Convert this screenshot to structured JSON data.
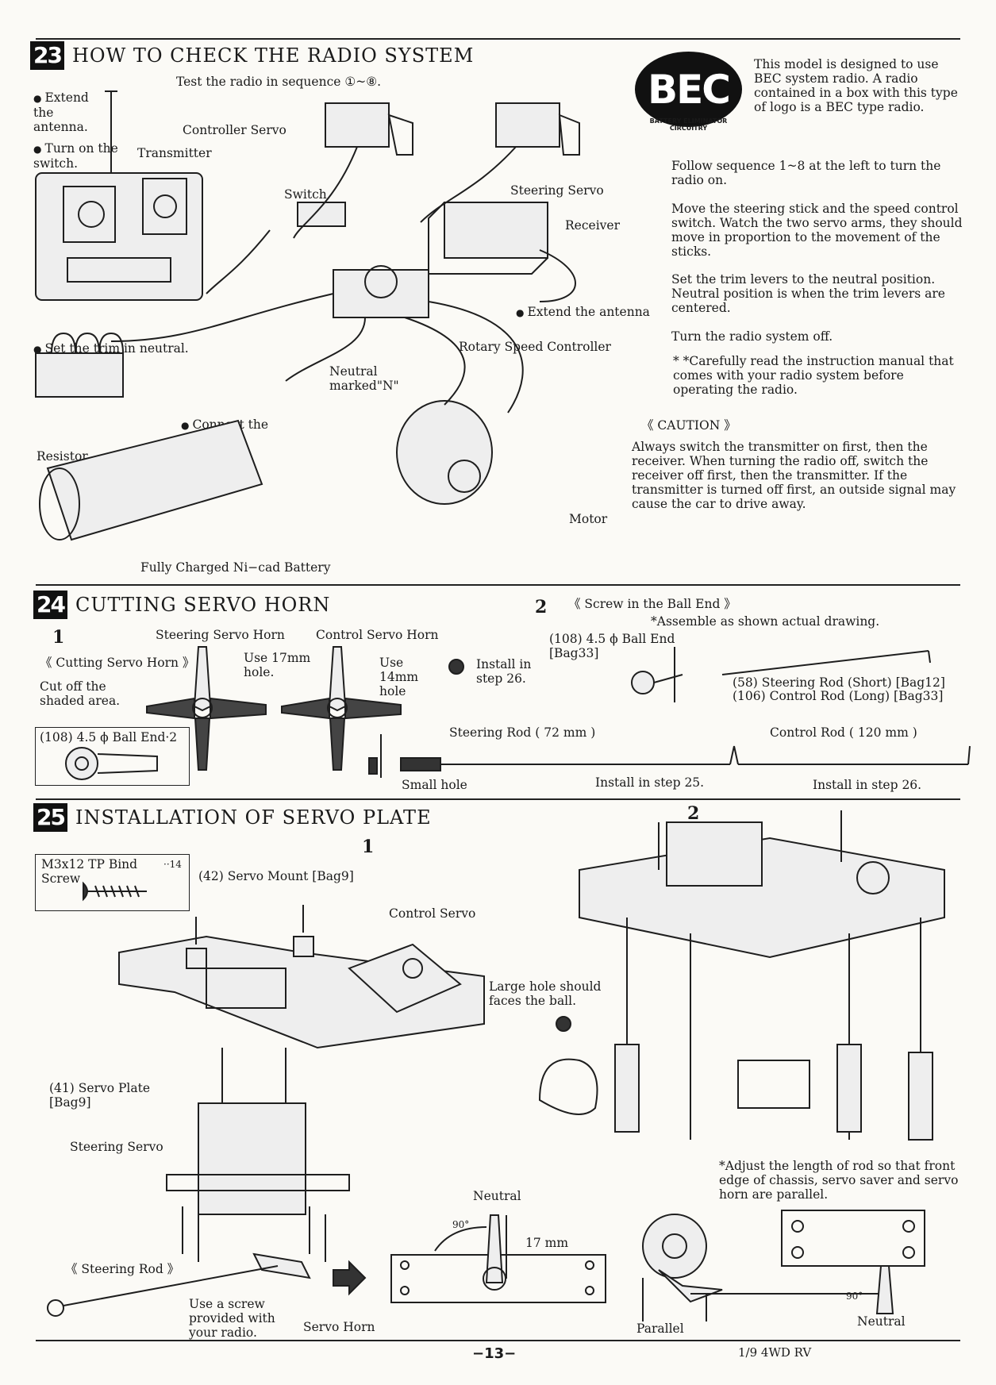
{
  "s23": {
    "num": "23",
    "title": "HOW TO CHECK THE RADIO SYSTEM",
    "test_sequence": "Test the radio in sequence ①~⑧.",
    "extend_antenna": "Extend the antenna.",
    "turn_switch": "Turn on the switch.",
    "controller_servo": "Controller Servo",
    "transmitter": "Transmitter",
    "switch": "Switch",
    "steering_servo": "Steering Servo",
    "receiver": "Receiver",
    "extend_antenna_2": "Extend the antenna",
    "set_trim": "Set the trim in neutral.",
    "rotary_speed": "Rotary Speed Controller",
    "neutral_marked": "Neutral marked\"N\"",
    "resistor": "Resistor",
    "connect_battery": "Connect the Battery",
    "motor": "Motor",
    "battery": "Fully Charged Ni−cad Battery",
    "bec_logo": "BEC",
    "bec_ring": "BATTERY ELIMINATOR CIRCUITRY",
    "bec_text": "This model is designed to use BEC system radio. A radio contained in a box with this type of logo is a BEC type radio.",
    "p1": "Follow sequence 1~8 at the left to turn the radio on.",
    "p2": "Move the steering stick and the speed control switch. Watch the two servo arms, they should move in proportion to the movement of the sticks.",
    "p3": "Set the trim levers to the neutral position. Neutral position is when the trim levers are centered.",
    "p4": "Turn the radio system off.",
    "p5": "* *Carefully read the instruction manual that comes with your radio system before operating the radio.",
    "caution_title": "《 CAUTION 》",
    "caution": "Always switch the transmitter on first, then the receiver. When turning the radio off, switch the receiver off first, then the transmitter. If the transmitter is turned off first, an outside signal may cause the car to drive away."
  },
  "s24": {
    "num": "24",
    "title": "CUTTING SERVO HORN",
    "step1": "1",
    "steering_horn": "Steering Servo Horn",
    "control_horn": "Control Servo Horn",
    "cutting_label": "《 Cutting Servo Horn 》",
    "cut_off": "Cut off the shaded area.",
    "use17": "Use 17mm hole.",
    "use14": "Use 14mm hole",
    "install26a": "Install in step 26.",
    "ball_end_box": "(108) 4.5 ϕ Ball End·2",
    "step2": "2",
    "screw_ball": "《 Screw in the Ball End 》",
    "assemble": "*Assemble as shown actual drawing.",
    "ball_end_bag": "(108) 4.5 ϕ Ball End [Bag33]",
    "steering_rod_short": "(58) Steering Rod (Short) [Bag12]",
    "control_rod_long": "(106) Control Rod (Long) [Bag33]",
    "steering_rod_72": "Steering Rod ( 72 mm )",
    "control_rod_120": "Control Rod ( 120 mm )",
    "small_hole": "Small hole",
    "install25": "Install in step 25.",
    "install26b": "Install in step 26."
  },
  "s25": {
    "num": "25",
    "title": "INSTALLATION OF SERVO PLATE",
    "step1": "1",
    "step2": "2",
    "screw_box_name": "M3x12 TP Bind Screw",
    "screw_box_qty": "··14",
    "servo_mount": "(42) Servo Mount [Bag9]",
    "control_servo": "Control Servo",
    "large_hole": "Large hole should faces the ball.",
    "servo_plate": "(41) Servo Plate [Bag9]",
    "steering_servo": "Steering Servo",
    "steering_rod": "《 Steering Rod 》",
    "use_screw": "Use a screw provided with your radio.",
    "servo_horn": "Servo Horn",
    "neutral": "Neutral",
    "deg90": "90°",
    "mm17": "17 mm",
    "adjust": "*Adjust the length of rod so that front edge of chassis, servo saver and servo horn are parallel.",
    "parallel": "Parallel",
    "neutral2": "Neutral",
    "deg90b": "90°"
  },
  "footer": {
    "page": "−13−",
    "model": "1/9 4WD RV"
  }
}
